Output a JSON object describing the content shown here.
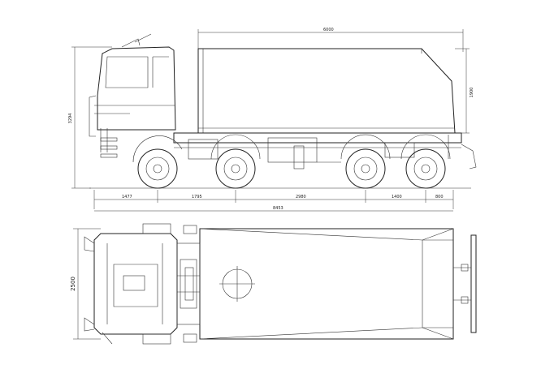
{
  "dimensions": {
    "body_length": "6000",
    "body_height": "1900",
    "overall_height": "3294",
    "wheelbase_1": "1477",
    "wheelbase_2": "1795",
    "wheelbase_3": "2980",
    "wheelbase_4": "1400",
    "rear_overhang": "800",
    "overall_length": "8453",
    "overall_width": "2500"
  }
}
